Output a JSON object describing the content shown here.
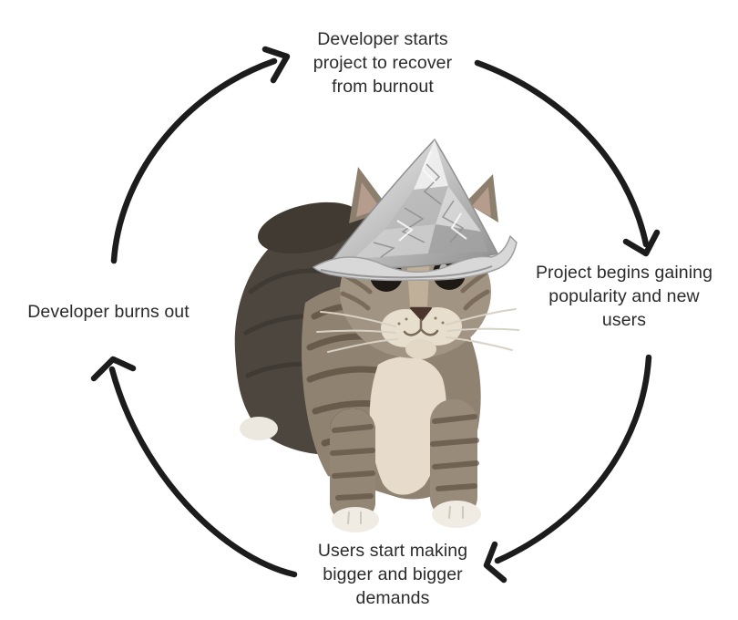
{
  "colors": {
    "background": "#ffffff",
    "text": "#2b2b2b",
    "arrow": "#1c1c1c"
  },
  "nodes": {
    "top": {
      "id": "developer-starts-project",
      "lines": [
        "Developer starts",
        "project to recover",
        "from burnout"
      ]
    },
    "right": {
      "id": "project-gains-popularity",
      "lines": [
        "Project begins gaining",
        "popularity and new",
        "users"
      ]
    },
    "bottom": {
      "id": "users-make-demands",
      "lines": [
        "Users start making",
        "bigger and bigger",
        "demands"
      ]
    },
    "left": {
      "id": "developer-burns-out",
      "lines": [
        "Developer burns out"
      ]
    }
  },
  "arrows": [
    {
      "name": "arrow-left-to-top",
      "from": "developer-burns-out",
      "to": "developer-starts-project"
    },
    {
      "name": "arrow-top-to-right",
      "from": "developer-starts-project",
      "to": "project-gains-popularity"
    },
    {
      "name": "arrow-right-to-bottom",
      "from": "project-gains-popularity",
      "to": "users-make-demands"
    },
    {
      "name": "arrow-bottom-to-left",
      "from": "users-make-demands",
      "to": "developer-burns-out"
    }
  ],
  "center_image": {
    "name": "tinfoil-hat-cat",
    "description": "Tabby cat wearing a tinfoil hat"
  }
}
